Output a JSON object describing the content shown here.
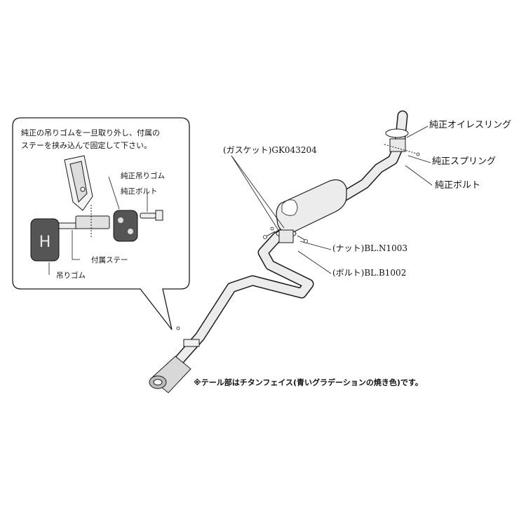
{
  "inset": {
    "note_line1": "純正の吊りゴムを一旦取り外し、付属の",
    "note_line2": "ステーを挟み込んで固定して下さい。",
    "label_oem_hanger": "純正吊りゴム",
    "label_oem_bolt": "純正ボルト",
    "label_included_stay": "付属ステー",
    "label_hanger_rubber": "吊りゴム"
  },
  "callouts": {
    "gasket": "(ガスケット)GK043204",
    "oem_oil_ring": "純正オイレスリング",
    "oem_spring": "純正スプリング",
    "oem_bolt": "純正ボルト",
    "nut": "(ナット)BL.N1003",
    "bolt": "(ボルト)BL.B1002"
  },
  "footnote": "※テール部はチタンフェイス(青いグラデーションの焼き色)です。",
  "colors": {
    "line": "#1a1a1a",
    "pipe_fill": "#ececec",
    "rubber_fill": "#555555"
  }
}
